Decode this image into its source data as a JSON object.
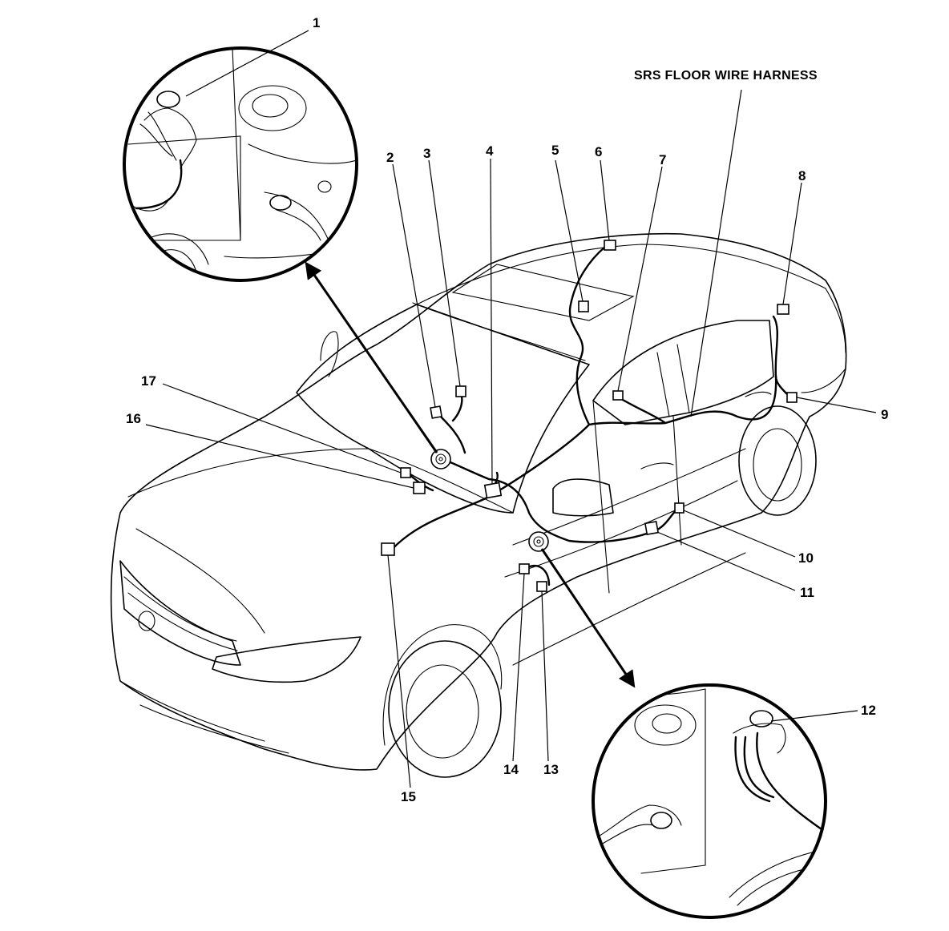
{
  "diagram": {
    "harness_label": "SRS FLOOR WIRE HARNESS",
    "callout_numbers": [
      "1",
      "2",
      "3",
      "4",
      "5",
      "6",
      "7",
      "8",
      "9",
      "10",
      "11",
      "12",
      "13",
      "14",
      "15",
      "16",
      "17"
    ]
  },
  "colors": {
    "line": "#000000",
    "background": "#ffffff"
  }
}
